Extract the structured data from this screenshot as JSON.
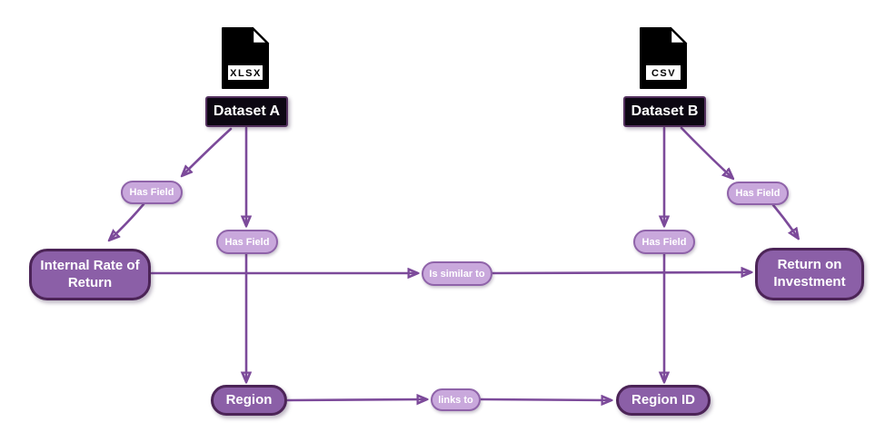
{
  "diagram": {
    "datasets": [
      {
        "file_type": "XLSX",
        "name": "Dataset A"
      },
      {
        "file_type": "CSV",
        "name": "Dataset B"
      }
    ],
    "fields": {
      "irr": "Internal Rate of Return",
      "roi": "Return on Investment",
      "region": "Region",
      "region_id": "Region ID"
    },
    "edge_labels": {
      "has_field": "Has Field",
      "is_similar_to": "Is similar to",
      "links_to": "links to"
    },
    "colors": {
      "background": "#FFFFFF",
      "node_fill": "#8B5FA7",
      "node_border": "#4C2457",
      "edge_label_fill": "#C9A8DC",
      "edge_label_border": "#8F63A9",
      "edge_line": "#7C4A9A",
      "dataset_box_fill": "#0C0712",
      "dataset_box_border": "#53305E",
      "file_icon": "#000000",
      "text": "#FFFFFF"
    }
  }
}
